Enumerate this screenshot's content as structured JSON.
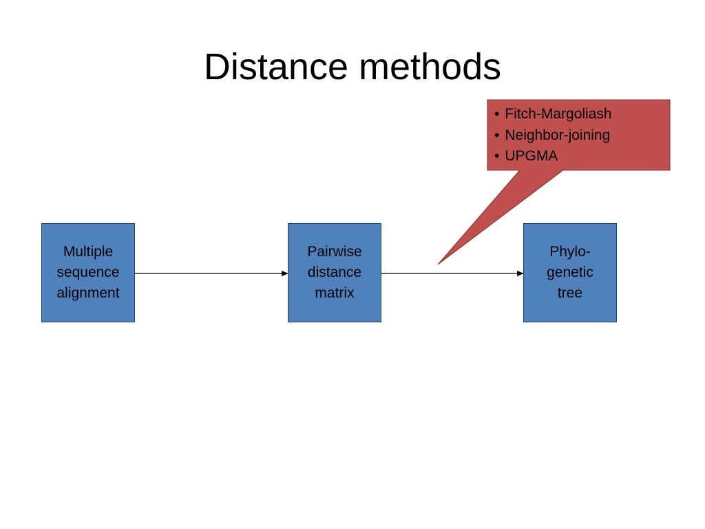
{
  "title": "Distance methods",
  "nodes": [
    {
      "lines": [
        "Multiple",
        "sequence",
        "alignment"
      ]
    },
    {
      "lines": [
        "Pairwise",
        "distance",
        "matrix"
      ]
    },
    {
      "lines": [
        "Phylo-",
        "genetic",
        "tree"
      ]
    }
  ],
  "callout": {
    "items": [
      "Fitch-Margoliash",
      "Neighbor-joining",
      "UPGMA"
    ]
  },
  "colors": {
    "node_fill": "#4f81bd",
    "callout_fill": "#c0504d"
  }
}
